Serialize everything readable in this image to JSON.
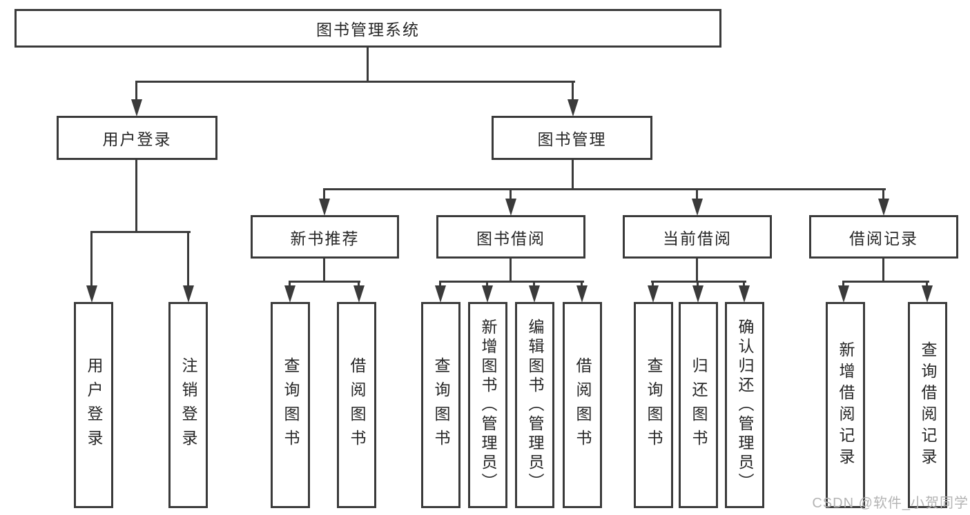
{
  "diagram": {
    "title": "图书管理系统",
    "root": {
      "label": "图书管理系统"
    },
    "branches": [
      {
        "label": "用户登录",
        "leaves": [
          "用户登录",
          "注销登录"
        ]
      },
      {
        "label": "图书管理",
        "sections": [
          {
            "label": "新书推荐",
            "leaves": [
              "查询图书",
              "借阅图书"
            ]
          },
          {
            "label": "图书借阅",
            "leaves": [
              "查询图书",
              "新增图书（管理员）",
              "编辑图书（管理员）",
              "借阅图书"
            ]
          },
          {
            "label": "当前借阅",
            "leaves": [
              "查询图书",
              "归还图书",
              "确认归还（管理员）"
            ]
          },
          {
            "label": "借阅记录",
            "leaves": [
              "新增借阅记录",
              "查询借阅记录"
            ]
          }
        ]
      }
    ]
  },
  "watermark": {
    "text": "CSDN @软件_小贺同学"
  },
  "colors": {
    "line": "#3a3a3a",
    "box_border": "#3a3a3a",
    "text": "#262626",
    "watermark": "#b4b4b4",
    "background": "#ffffff"
  }
}
